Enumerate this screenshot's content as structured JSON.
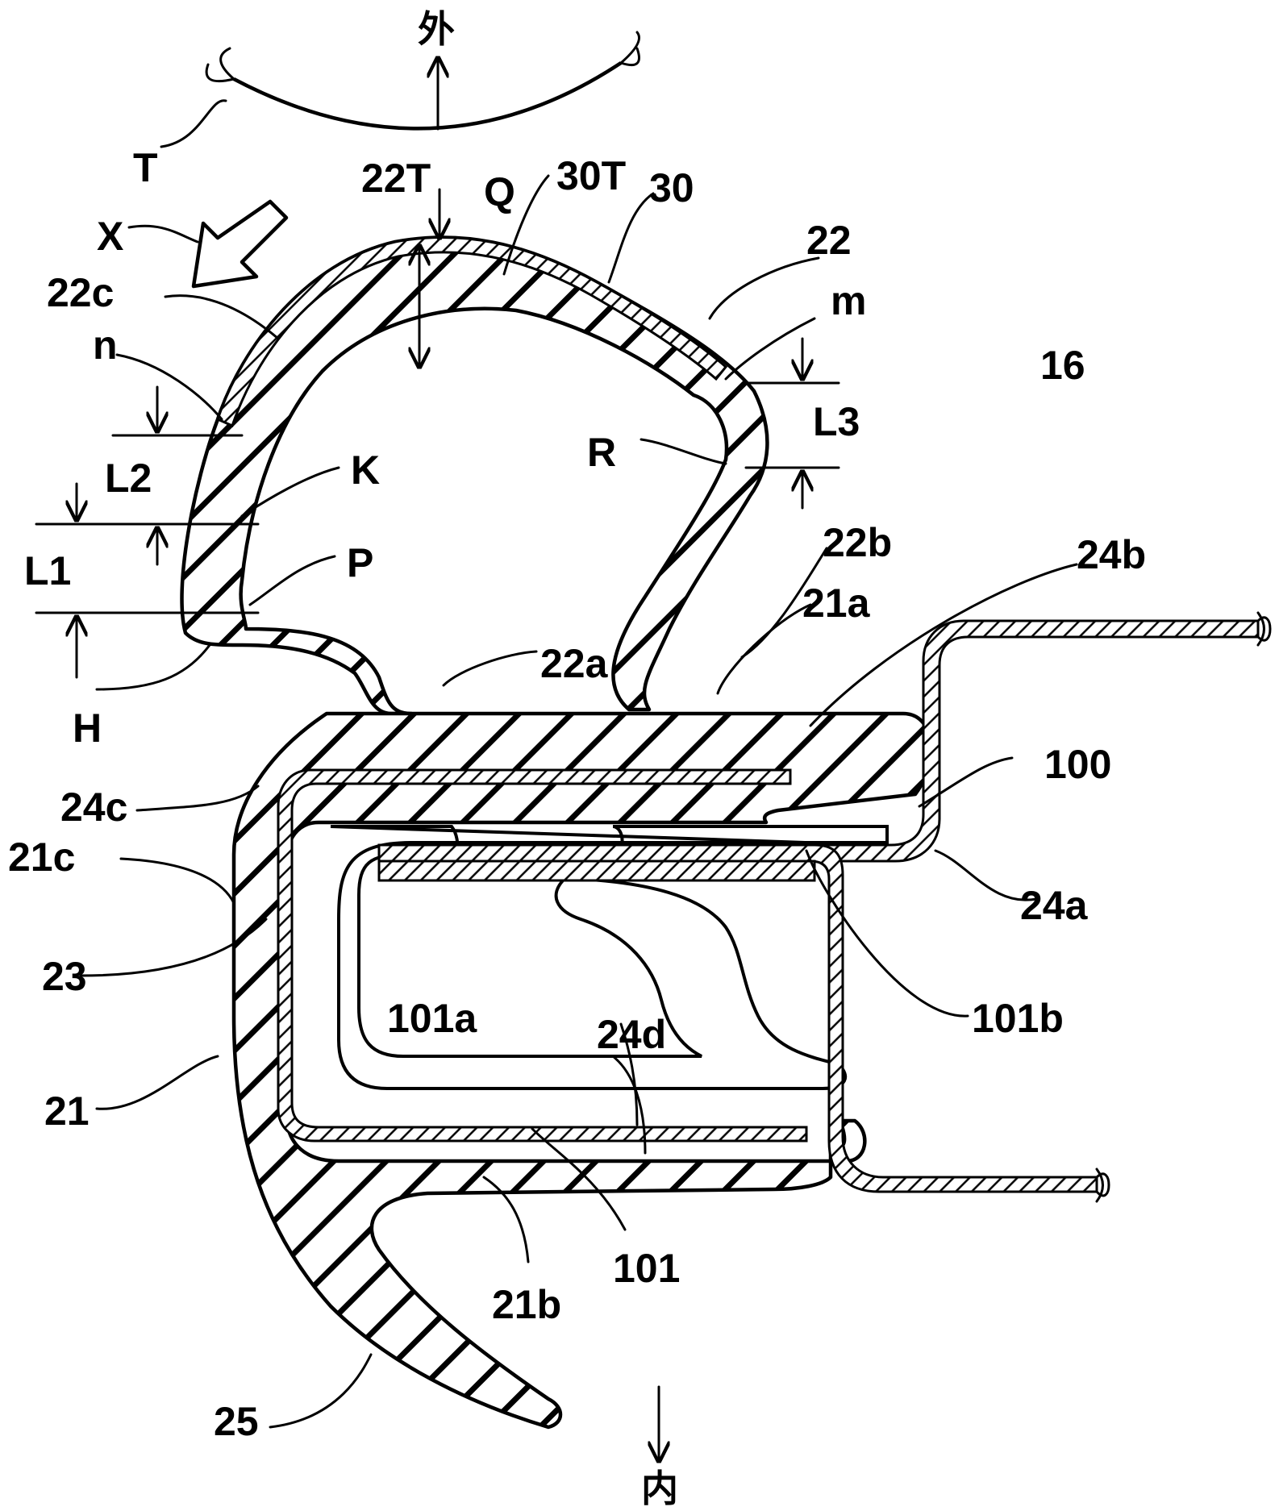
{
  "directions": {
    "outer": "外",
    "inner": "内"
  },
  "labels": {
    "T": "T",
    "X": "X",
    "t22T": "22T",
    "Q": "Q",
    "t30T": "30T",
    "n30": "30",
    "n22": "22",
    "n22c": "22c",
    "m": "m",
    "n": "n",
    "L3": "L3",
    "n16": "16",
    "L2": "L2",
    "K": "K",
    "R": "R",
    "L1": "L1",
    "P": "P",
    "n22b": "22b",
    "n24b": "24b",
    "n21a": "21a",
    "H": "H",
    "n22a": "22a",
    "n100": "100",
    "n24c": "24c",
    "n21c": "21c",
    "n24a": "24a",
    "n23": "23",
    "n101a": "101a",
    "n24d": "24d",
    "n101b": "101b",
    "n21": "21",
    "n101": "101",
    "n21b": "21b",
    "n25": "25"
  }
}
